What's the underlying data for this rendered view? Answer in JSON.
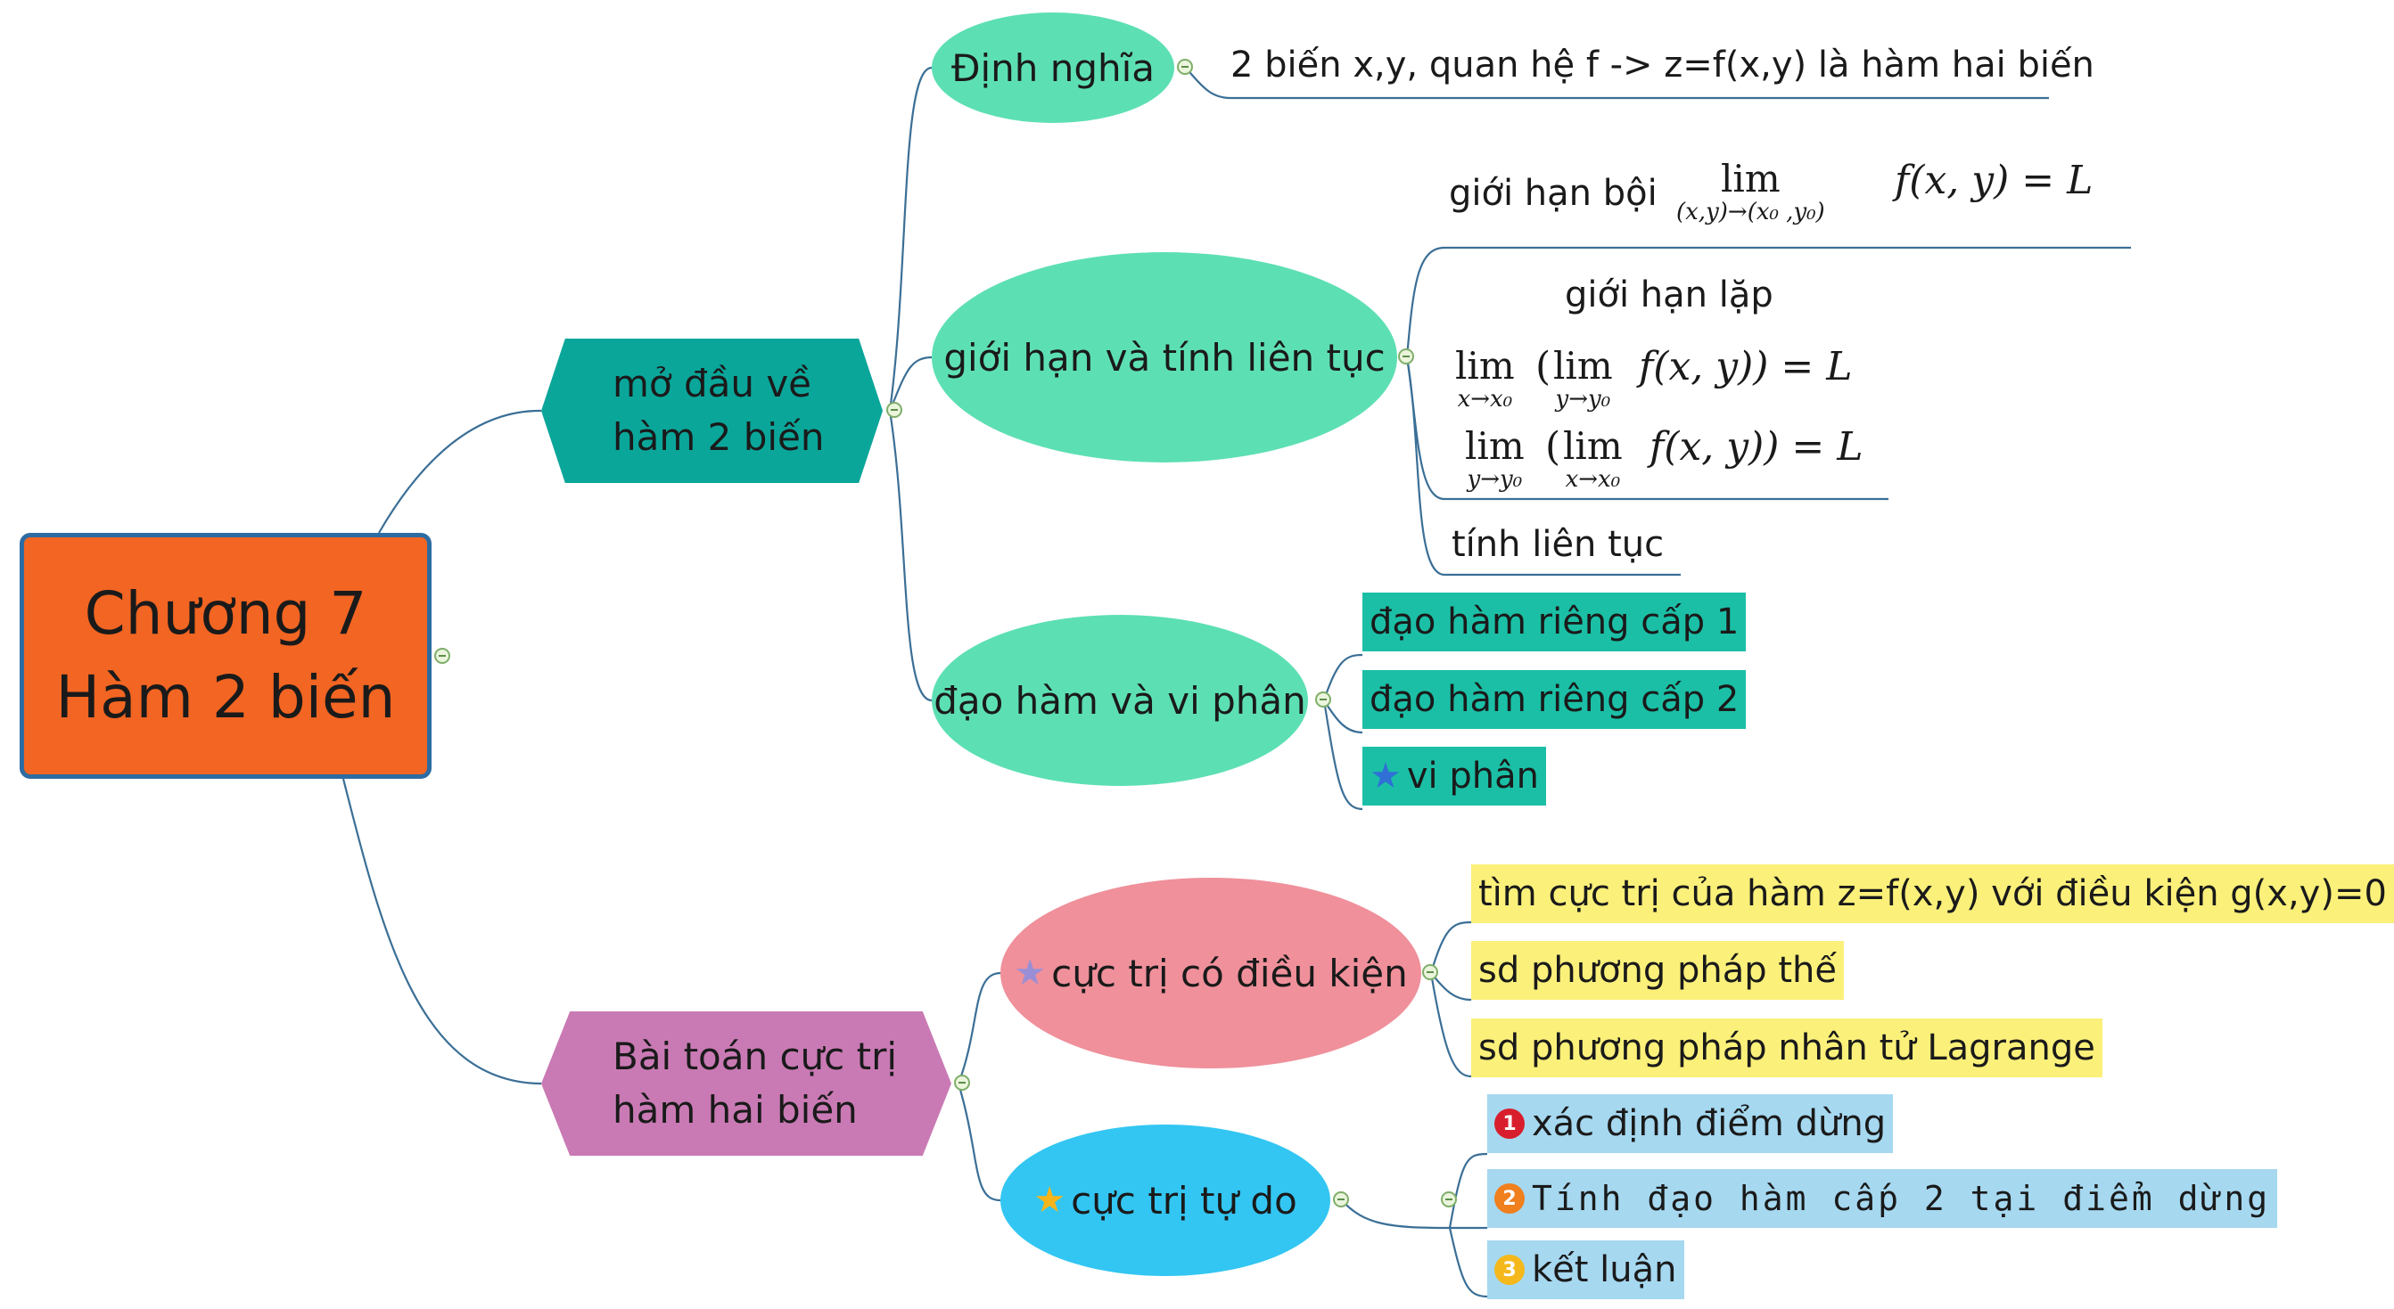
{
  "root": {
    "line1": "Chương 7",
    "line2": "Hàm 2 biến"
  },
  "topic1": {
    "line1": "mở đầu về",
    "line2": "hàm 2 biến"
  },
  "topic2": {
    "line1": "Bài toán cực trị",
    "line2": "hàm hai biến"
  },
  "subtopics": {
    "dinh_nghia": "Định nghĩa",
    "gioi_han": "giới hạn và tính liên tục",
    "dao_ham": "đạo hàm và vi phân",
    "cuc_tri_dk": "cực trị có điều kiện",
    "cuc_tri_tu_do": "cực trị tự do"
  },
  "leaves": {
    "dinh_nghia_text": "2 biến x,y, quan hệ f -> z=f(x,y) là hàm hai biến",
    "gioi_han_boi": "giới hạn bội",
    "gioi_han_lap": "giới hạn lặp",
    "tinh_lien_tuc": "tính liên tục",
    "dao_ham_1": "đạo hàm riêng cấp 1",
    "dao_ham_2": "đạo hàm riêng cấp 2",
    "vi_phan": "vi phân",
    "dk_1": "tìm cực trị của hàm z=f(x,y) với điều kiện g(x,y)=0",
    "dk_2": "sd phương pháp thế",
    "dk_3": "sd phương pháp nhân tử Lagrange",
    "td_1": "xác định điểm dừng",
    "td_2": "Tính đạo hàm cấp 2 tại điểm dừng",
    "td_3": "kết luận"
  },
  "formulas": {
    "multi_limit": {
      "lim": "lim",
      "sub": "(x,y)→(x₀ ,y₀)",
      "rest": "f(x, y) = L"
    },
    "iter_limit_1": {
      "lim_outer": "lim",
      "sub_outer": "x→x₀",
      "paren": "(",
      "lim_inner": "lim",
      "sub_inner": "y→y₀",
      "rest": "f(x, y)) = L"
    },
    "iter_limit_2": {
      "lim_outer": "lim",
      "sub_outer": "y→y₀",
      "paren": "(",
      "lim_inner": "lim",
      "sub_inner": "x→x₀",
      "rest": "f(x, y)) = L"
    }
  },
  "badges": {
    "b1": "1",
    "b2": "2",
    "b3": "3"
  },
  "icons": {
    "star1": "star-icon",
    "star2": "star-icon",
    "star3": "star-icon"
  },
  "colors": {
    "root": "#f26522",
    "topic1": "#0ba69a",
    "topic2": "#c97ab4",
    "sub_green": "#5ddfb4",
    "sub_pink": "#ef909b",
    "sub_blue": "#33c6f2",
    "chip_teal": "#1bbfa6",
    "chip_yellow": "#fbf07a",
    "chip_blue": "#a6d8f0",
    "line": "#2d6ca2"
  }
}
